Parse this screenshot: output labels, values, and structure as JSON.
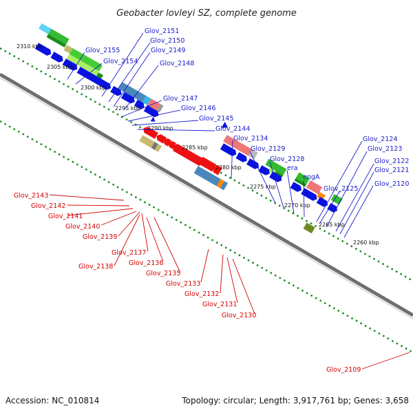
{
  "title": "Geobacter lovleyi SZ, complete genome",
  "footer": {
    "accession": "Accession: NC_010814",
    "summary": "Topology: circular; Length: 3,917,761 bp; Genes: 3,658"
  },
  "colors": {
    "forward_gene": "#0a12e0",
    "reverse_gene": "#ee1111",
    "backbone": "#8a8a8a",
    "tick": "#1a8a1a",
    "label_forward": "#1a1acc",
    "label_reverse": "#d40000"
  },
  "scale_labels": [
    "2310 kbp",
    "2305 kbp",
    "2300 kbp",
    "2295 kbp",
    "2290 kbp",
    "2285 kbp",
    "2280 kbp",
    "2275 kbp",
    "2270 kbp",
    "2265 kbp",
    "2260 kbp"
  ],
  "forward_labels": [
    "Glov_2151",
    "Glov_2150",
    "Glov_2155",
    "Glov_2149",
    "Glov_2154",
    "Glov_2148",
    "Glov_2147",
    "Glov_2146",
    "Glov_2145",
    "Glov_2144",
    "Glov_2134",
    "Glov_2129",
    "Glov_2128",
    "era",
    "engA",
    "Glov_2124",
    "Glov_2123",
    "Glov_2122",
    "Glov_2121",
    "Glov_2125",
    "Glov_2120"
  ],
  "reverse_labels": [
    "Glov_2143",
    "Glov_2142",
    "Glov_2141",
    "Glov_2140",
    "Glov_2139",
    "Glov_2137",
    "Glov_2138",
    "Glov_2136",
    "Glov_2135",
    "Glov_2133",
    "Glov_2132",
    "Glov_2131",
    "Glov_2130",
    "Glov_2109"
  ]
}
